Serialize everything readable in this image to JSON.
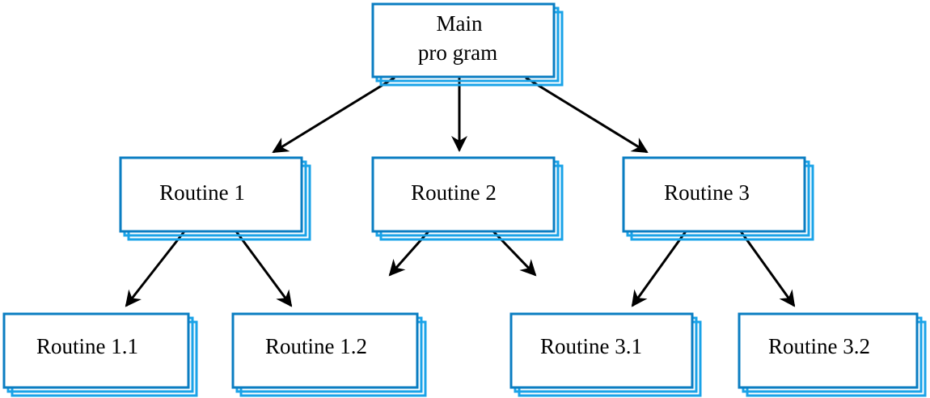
{
  "diagram": {
    "colors": {
      "box_border": "#0a7dc2",
      "box_shadow": "#1aa3e8",
      "box_fill": "#ffffff",
      "arrow": "#000000",
      "text": "#000000"
    },
    "nodes": {
      "main": {
        "line1": "Main",
        "line2": "pro gram"
      },
      "r1": {
        "label": "Routine 1"
      },
      "r2": {
        "label": "Routine 2"
      },
      "r3": {
        "label": "Routine 3"
      },
      "r11": {
        "label": "Routine 1.1"
      },
      "r12": {
        "label": "Routine 1.2"
      },
      "r31": {
        "label": "Routine 3.1"
      },
      "r32": {
        "label": "Routine 3.2"
      }
    },
    "edges": [
      {
        "from": "main",
        "to": "r1"
      },
      {
        "from": "main",
        "to": "r2"
      },
      {
        "from": "main",
        "to": "r3"
      },
      {
        "from": "r1",
        "to": "r11"
      },
      {
        "from": "r1",
        "to": "r12"
      },
      {
        "from": "r2",
        "to": ""
      },
      {
        "from": "r2",
        "to": ""
      },
      {
        "from": "r3",
        "to": "r31"
      },
      {
        "from": "r3",
        "to": "r32"
      }
    ]
  }
}
